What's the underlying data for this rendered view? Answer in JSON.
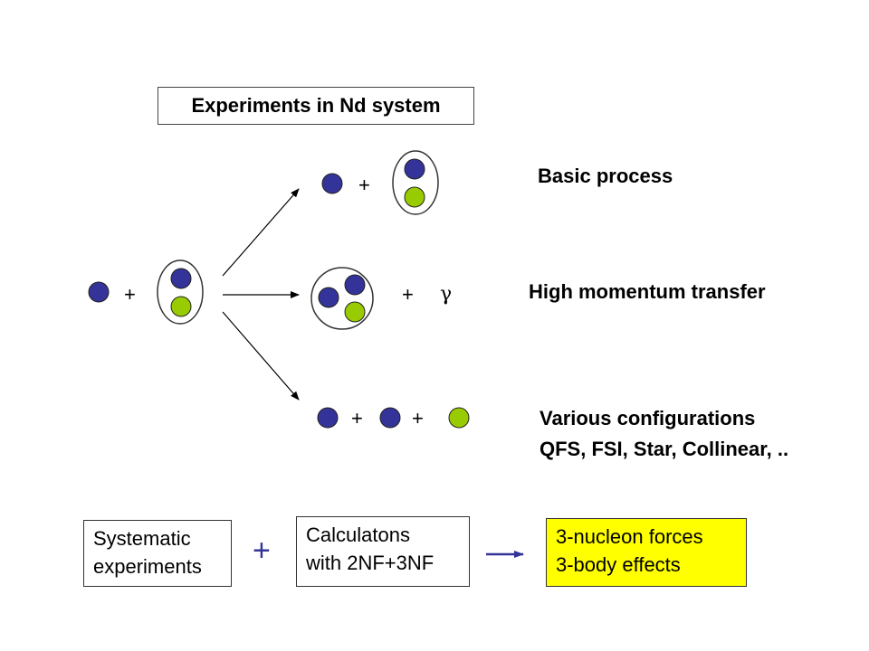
{
  "title": "Experiments in Nd system",
  "reactions": {
    "initial_plus": "+",
    "top_plus": "+",
    "mid_plus": "+",
    "gamma": "γ",
    "bottom_plus_1": "+",
    "bottom_plus_2": "+"
  },
  "labels": {
    "basic": "Basic process",
    "high": "High momentum transfer",
    "various_line1": "Various configurations",
    "various_line2": "QFS, FSI, Star, Collinear, .."
  },
  "bottom": {
    "systematic": [
      "Systematic",
      "experiments"
    ],
    "plus": "+",
    "calculations": [
      "Calculatons",
      "with 2NF+3NF"
    ],
    "forces": [
      "3-nucleon forces",
      "3-body effects"
    ]
  },
  "colors": {
    "nucleon_blue": "#333399",
    "nucleon_green": "#99cc00",
    "highlight_yellow": "#ffff00",
    "arrow_blue": "#333399"
  },
  "icons": {
    "proton": "blue-circle",
    "neutron": "green-circle"
  }
}
